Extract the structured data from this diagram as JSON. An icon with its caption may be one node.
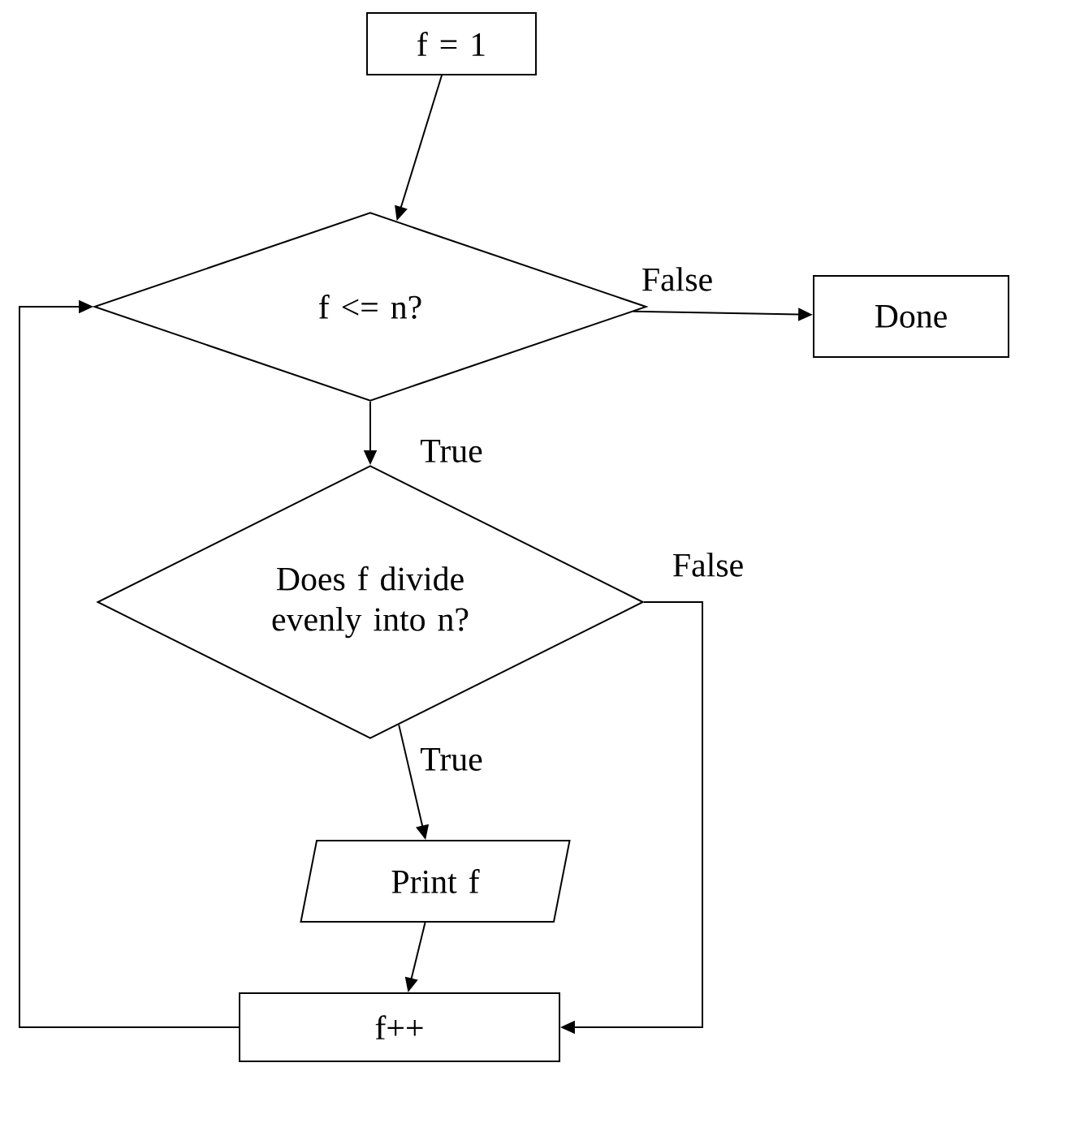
{
  "diagram": {
    "nodes": [
      {
        "text": [
          "f = 1"
        ]
      },
      {
        "text": [
          "f <= n?"
        ]
      },
      {
        "text": [
          "Done"
        ]
      },
      {
        "text": [
          "Does f divide evenly into n?"
        ]
      },
      {
        "text": [
          "Print f"
        ]
      },
      {
        "text": [
          "f++"
        ]
      }
    ],
    "edges": [
      {
        "from": 0,
        "to": 1,
        "arrow": "to"
      },
      {
        "from": 1,
        "to": 2,
        "arrow": "to",
        "label": "False"
      },
      {
        "from": 1,
        "to": 3,
        "arrow": "to",
        "label": "True"
      },
      {
        "from": 3,
        "to": 4,
        "arrow": "to",
        "label": "True"
      },
      {
        "from": 3,
        "to": 5,
        "arrow": "to",
        "label": "False"
      },
      {
        "from": 4,
        "to": 5,
        "arrow": "to"
      },
      {
        "from": 5,
        "to": 1,
        "arrow": "to"
      }
    ]
  }
}
